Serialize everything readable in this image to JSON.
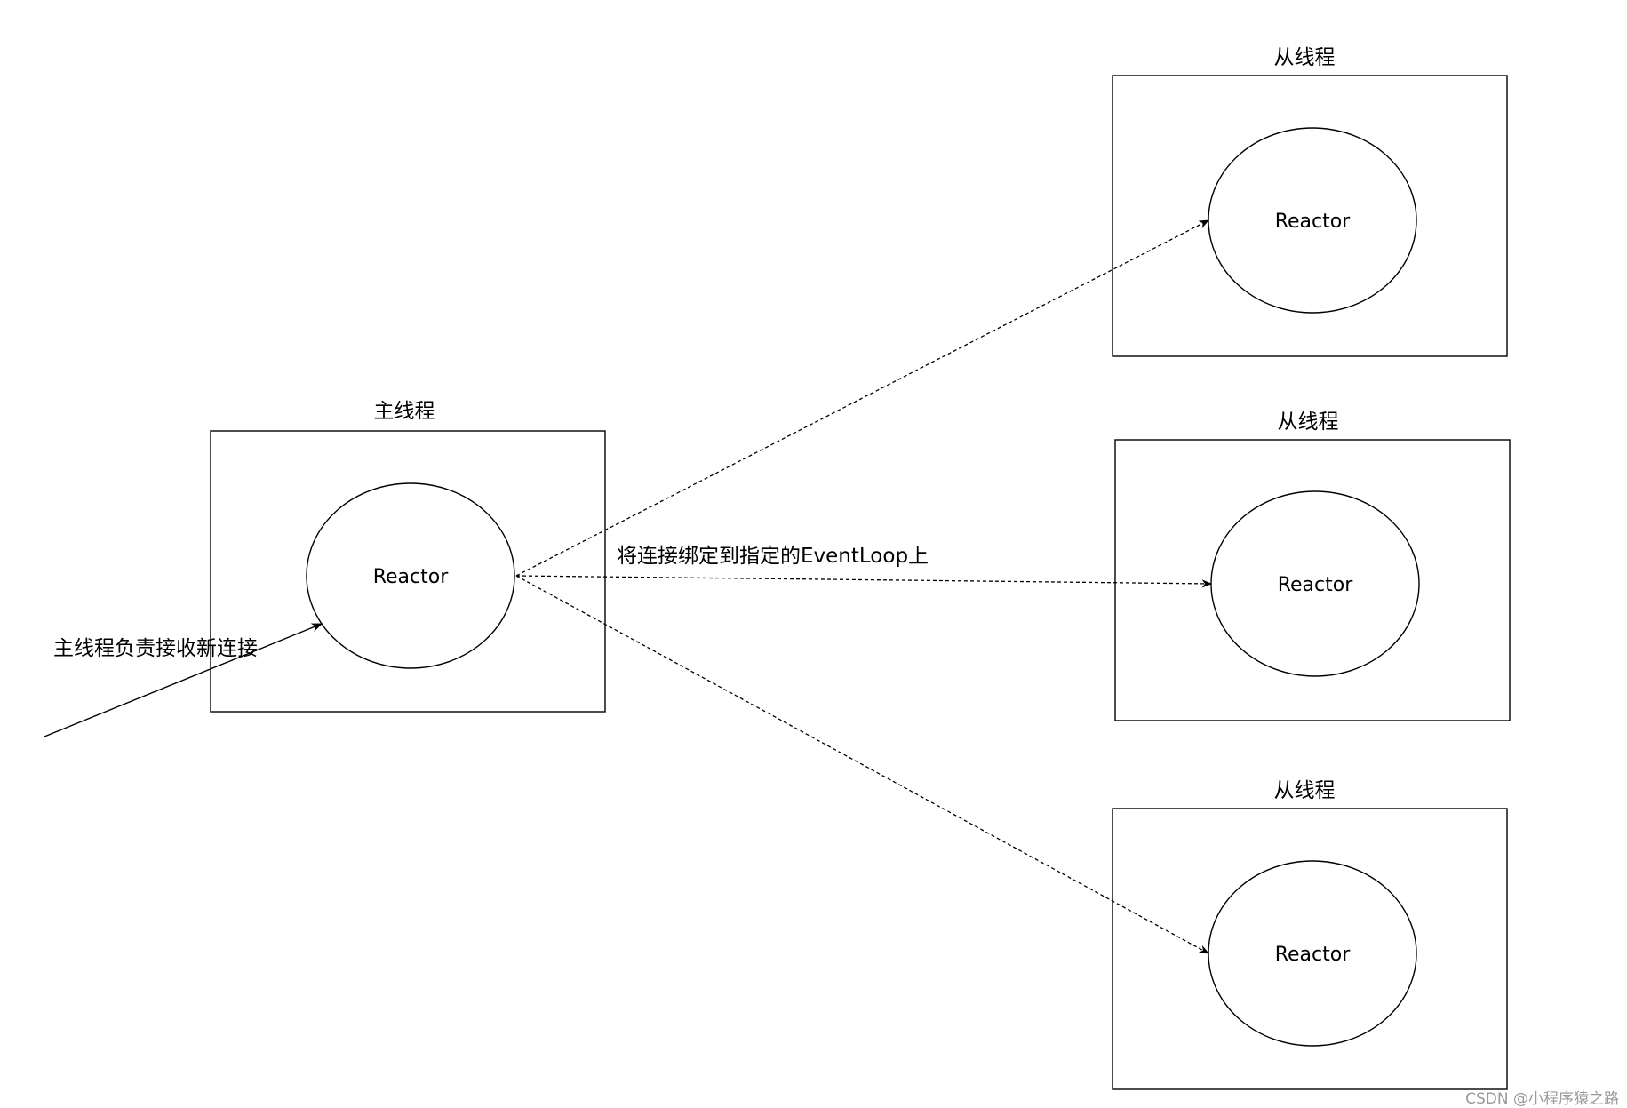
{
  "main_thread": {
    "title": "主线程",
    "node_label": "Reactor"
  },
  "sub_threads": [
    {
      "title": "从线程",
      "node_label": "Reactor"
    },
    {
      "title": "从线程",
      "node_label": "Reactor"
    },
    {
      "title": "从线程",
      "node_label": "Reactor"
    }
  ],
  "edges": {
    "incoming_label": "主线程负责接收新连接",
    "bind_label": "将连接绑定到指定的EventLoop上"
  },
  "watermark": "CSDN @小程序猿之路",
  "colors": {
    "stroke": "#000000",
    "background": "#ffffff",
    "watermark": "#9a9a9a"
  }
}
